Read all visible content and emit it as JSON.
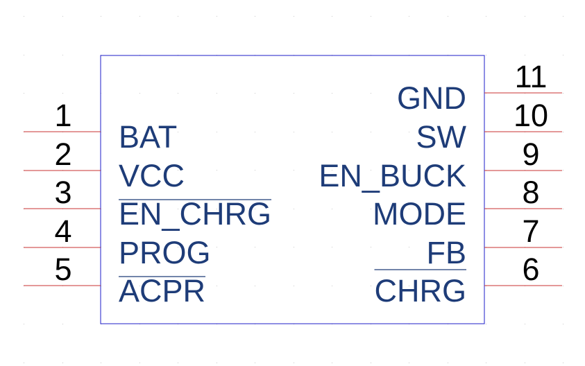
{
  "colors": {
    "body_outline": "#1e1ec8",
    "pin_line": "#c83232",
    "label_text": "#1e3c78",
    "pin_number": "#000000",
    "grid_dot": "#c8c8c8"
  },
  "component": {
    "left_pins": [
      {
        "number": "1",
        "label": "BAT",
        "active_low": false
      },
      {
        "number": "2",
        "label": "VCC",
        "active_low": false
      },
      {
        "number": "3",
        "label": "EN_CHRG",
        "active_low": true
      },
      {
        "number": "4",
        "label": "PROG",
        "active_low": false
      },
      {
        "number": "5",
        "label": "ACPR",
        "active_low": true
      }
    ],
    "right_pins": [
      {
        "number": "11",
        "label": "GND",
        "active_low": false
      },
      {
        "number": "10",
        "label": "SW",
        "active_low": false
      },
      {
        "number": "9",
        "label": "EN_BUCK",
        "active_low": false
      },
      {
        "number": "8",
        "label": "MODE",
        "active_low": false
      },
      {
        "number": "7",
        "label": "FB",
        "active_low": false
      },
      {
        "number": "6",
        "label": "CHRG",
        "active_low": true
      }
    ]
  }
}
